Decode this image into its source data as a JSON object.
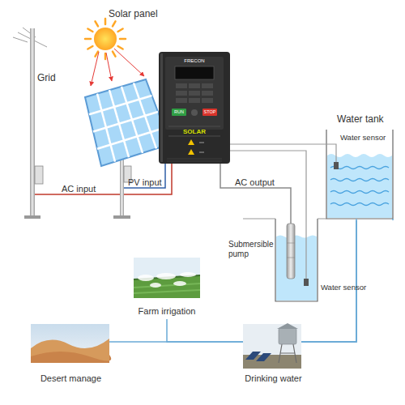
{
  "diagram": {
    "nodes": [
      {
        "text": [
          "Grid"
        ]
      },
      {
        "text": [
          "Solar panel"
        ]
      },
      {
        "text": [
          "FRECON",
          "RUN",
          "STOP",
          "SOLAR"
        ]
      },
      {
        "text": [
          "Water tank",
          "Water sensor"
        ]
      },
      {
        "text": [
          "Submersible pump",
          "Water sensor"
        ]
      },
      {
        "text": [
          "Farm irrigation"
        ]
      },
      {
        "text": [
          "Desert manage"
        ]
      },
      {
        "text": [
          "Drinking water"
        ]
      }
    ],
    "edges": [
      {
        "from": 0,
        "to": 2,
        "label": "AC input",
        "arrow": "none"
      },
      {
        "from": 1,
        "to": 2,
        "label": "PV input",
        "arrow": "none"
      },
      {
        "from": 2,
        "to": 4,
        "label": "AC output",
        "arrow": "none"
      },
      {
        "from": 2,
        "to": 3,
        "arrow": "none"
      },
      {
        "from": 2,
        "to": 4,
        "arrow": "none"
      },
      {
        "from": 3,
        "to": 5,
        "arrow": "none"
      },
      {
        "from": 3,
        "to": 6,
        "arrow": "none"
      },
      {
        "from": 3,
        "to": 7,
        "arrow": "none"
      }
    ]
  }
}
